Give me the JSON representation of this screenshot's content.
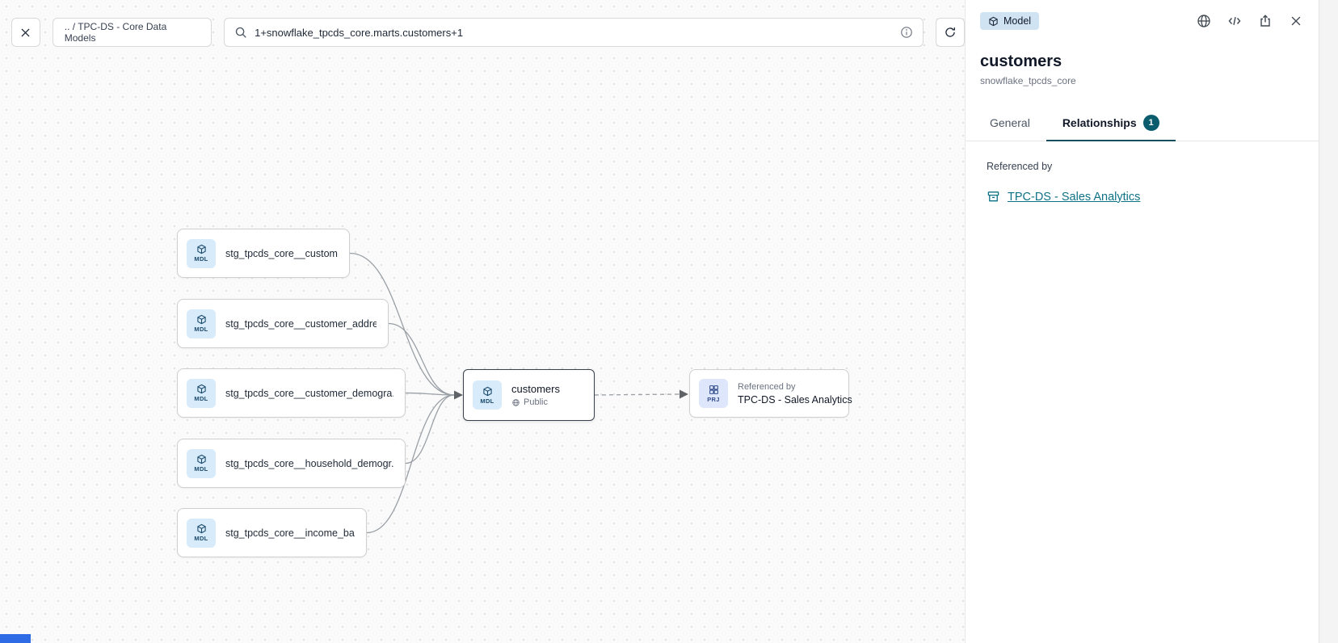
{
  "toolbar": {
    "breadcrumb": ".. / TPC-DS - Core Data Models",
    "search_value": "1+snowflake_tpcds_core.marts.customers+1"
  },
  "canvas": {
    "upstream_nodes": [
      {
        "badge": "MDL",
        "label": "stg_tpcds_core__customer"
      },
      {
        "badge": "MDL",
        "label": "stg_tpcds_core__customer_address"
      },
      {
        "badge": "MDL",
        "label": "stg_tpcds_core__customer_demogra..."
      },
      {
        "badge": "MDL",
        "label": "stg_tpcds_core__household_demogr..."
      },
      {
        "badge": "MDL",
        "label": "stg_tpcds_core__income_band"
      }
    ],
    "selected_node": {
      "badge": "MDL",
      "label": "customers",
      "visibility": "Public"
    },
    "reference_node": {
      "badge": "PRJ",
      "caption": "Referenced by",
      "label": "TPC-DS - Sales Analytics"
    }
  },
  "panel": {
    "type_badge": "Model",
    "title": "customers",
    "subtitle": "snowflake_tpcds_core",
    "tabs": {
      "general": "General",
      "relationships": "Relationships",
      "relationships_count": "1"
    },
    "referenced_by_label": "Referenced by",
    "referenced_by_link": "TPC-DS - Sales Analytics"
  },
  "colors": {
    "accent_teal": "#0e7285",
    "tab_badge_bg": "#0b5d6e",
    "model_badge_bg": "#cfe3f3",
    "model_icon_bg": "#d7ebfb",
    "project_icon_bg": "#dde6fa",
    "attribution_blue": "#2f6be4"
  }
}
